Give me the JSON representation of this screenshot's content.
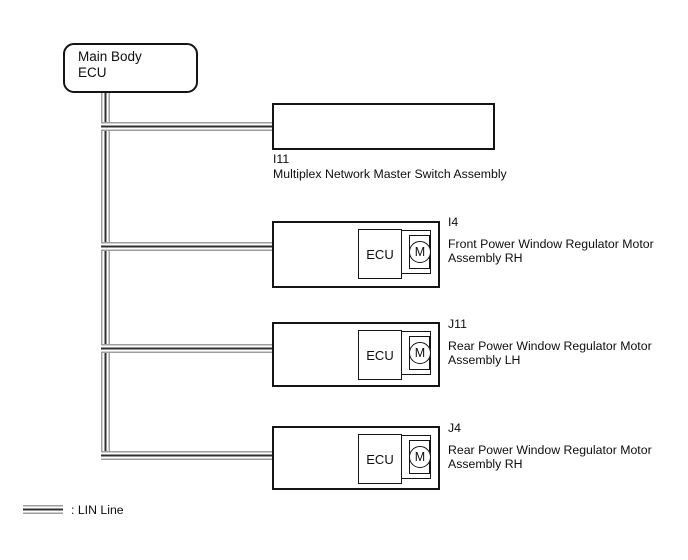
{
  "diagram": {
    "main_ecu": {
      "line1": "Main Body",
      "line2": "ECU"
    },
    "nodes": [
      {
        "code": "I11",
        "description": [
          "Multiplex Network Master Switch Assembly"
        ]
      },
      {
        "code": "I4",
        "ecu_label": "ECU",
        "motor_label": "M",
        "description": [
          "Front Power Window Regulator Motor",
          "Assembly RH"
        ]
      },
      {
        "code": "J11",
        "ecu_label": "ECU",
        "motor_label": "M",
        "description": [
          "Rear Power Window Regulator Motor",
          "Assembly LH"
        ]
      },
      {
        "code": "J4",
        "ecu_label": "ECU",
        "motor_label": "M",
        "description": [
          "Rear Power Window Regulator Motor",
          "Assembly RH"
        ]
      }
    ],
    "legend": {
      "label": ": LIN Line"
    },
    "colors": {
      "lin_outer": "#9e9e9e",
      "lin_core": "#2f2f2f",
      "box_border": "#141414"
    }
  }
}
